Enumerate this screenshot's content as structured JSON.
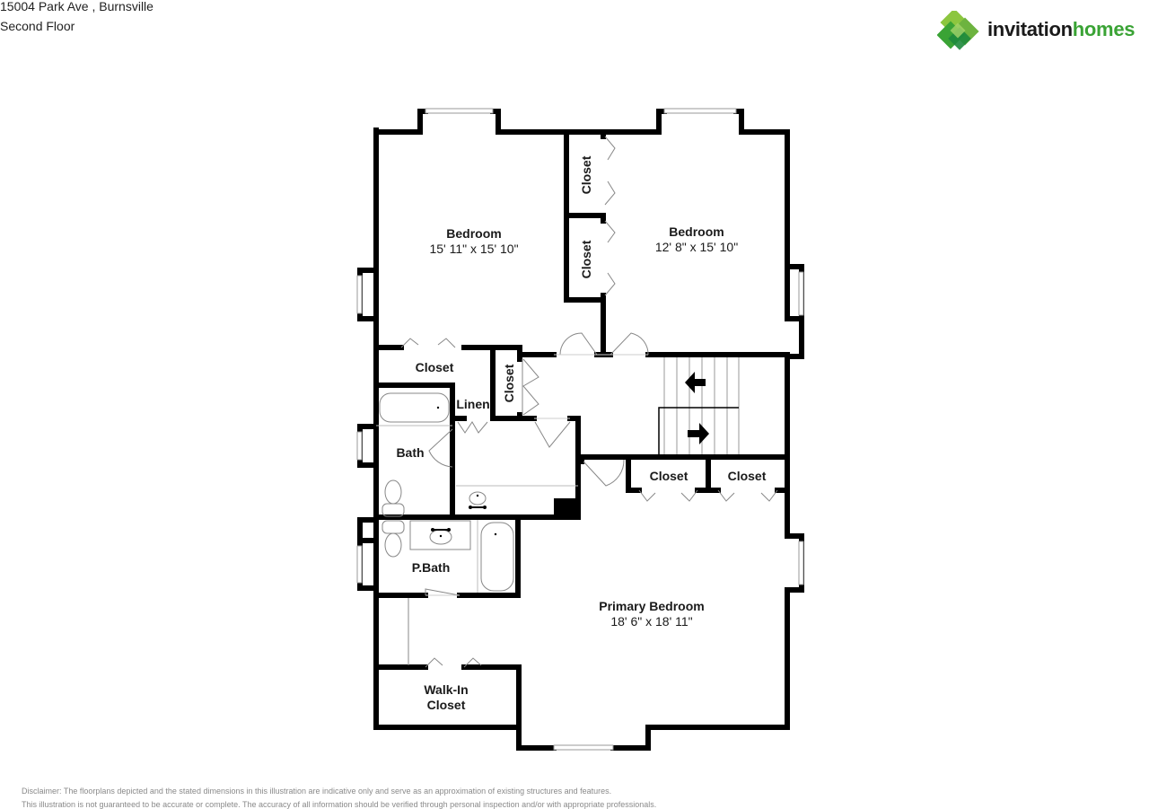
{
  "header": {
    "address": "15004 Park Ave , Burnsville",
    "floor": "Second Floor"
  },
  "logo": {
    "word1": "invitation",
    "word2": "homes",
    "brand_color": "#3aa335"
  },
  "rooms": [
    {
      "name": "Bedroom",
      "dims": "15' 11\" x 15' 10\""
    },
    {
      "name": "Bedroom",
      "dims": "12' 8\" x 15' 10\""
    },
    {
      "name": "Primary Bedroom",
      "dims": "18' 6\" x 18' 11\""
    },
    {
      "name": "Closet"
    },
    {
      "name": "Closet"
    },
    {
      "name": "Closet"
    },
    {
      "name": "Closet"
    },
    {
      "name": "Closet"
    },
    {
      "name": "Closet"
    },
    {
      "name": "Linen"
    },
    {
      "name": "Bath"
    },
    {
      "name": "P.Bath"
    },
    {
      "name": "Walk-In",
      "name2": "Closet"
    }
  ],
  "disclaimer": {
    "line1": "Disclaimer: The floorplans depicted and the stated dimensions in this illustration are indicative only and serve as an approximation of existing structures and features.",
    "line2": "This illustration is not guaranteed to be accurate or complete. The accuracy of all information should be verified through personal inspection and/or with appropriate professionals."
  }
}
